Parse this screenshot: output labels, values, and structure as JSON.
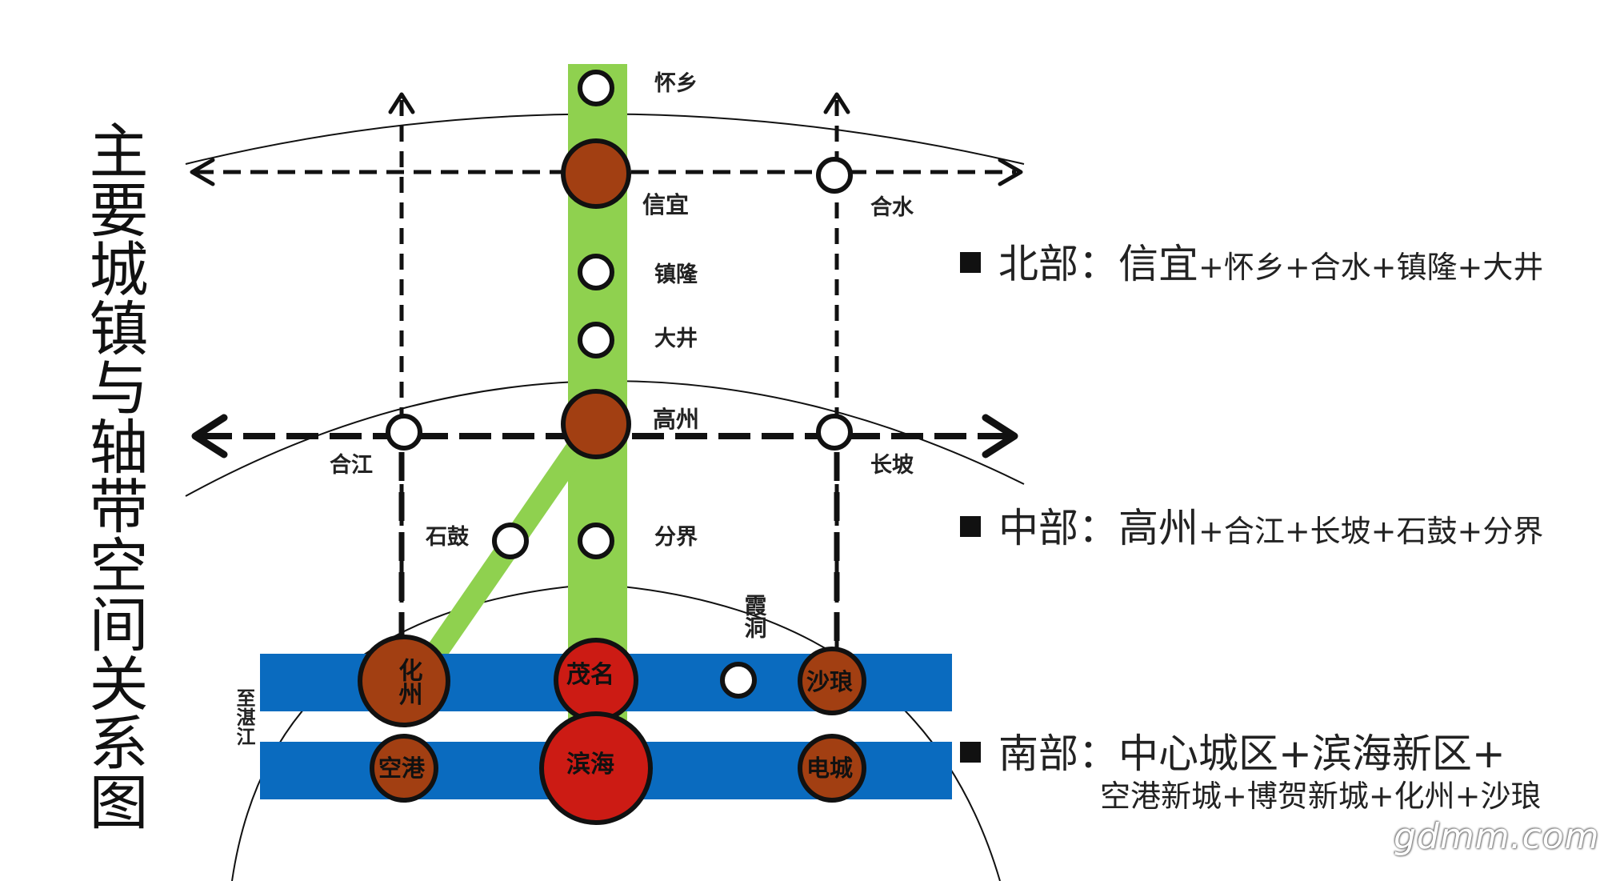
{
  "title": "主要城镇与轴带空间关系图",
  "colors": {
    "green_axis": "#8fd14f",
    "blue_band": "#0a6bbf",
    "major_city_fill": "#a23f12",
    "core_city_fill": "#cc1b14",
    "outline": "#111111"
  },
  "towns": {
    "huaixiang": "怀乡",
    "xinyi": "信宜",
    "heshui": "合水",
    "zhenlong": "镇隆",
    "dajing": "大井",
    "gaozhou": "高州",
    "hejiang": "合江",
    "changpo": "长坡",
    "shigu": "石鼓",
    "fenjie": "分界",
    "xiadong": "霞洞",
    "huazhou": "化州",
    "maoming": "茂名",
    "shalang": "沙琅",
    "konggang": "空港",
    "binhai": "滨海",
    "diancheng": "电城",
    "to_zhanjiang": "至湛江"
  },
  "legend": {
    "north": {
      "head": "北部：信宜",
      "rest": "+怀乡+合水+镇隆+大井"
    },
    "central": {
      "head": "中部：高州",
      "rest": "+合江+长坡+石鼓+分界"
    },
    "south": {
      "head": "南部：中心城区+滨海新区+",
      "line2": "空港新城+博贺新城+化州+沙琅"
    }
  },
  "watermark": "gdmm.com"
}
